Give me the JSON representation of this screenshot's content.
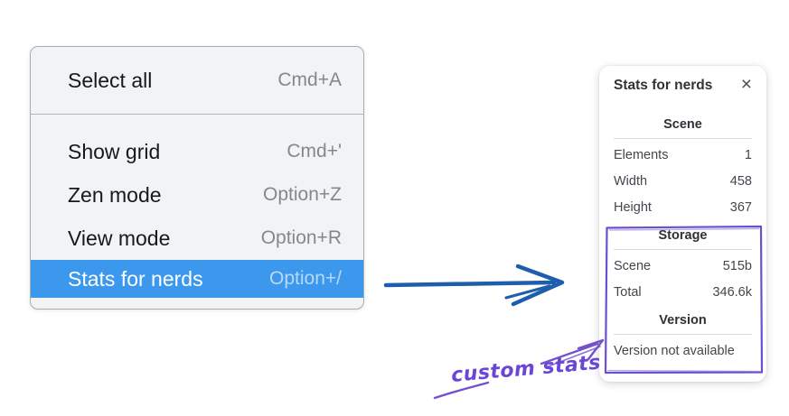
{
  "context_menu": {
    "items": [
      {
        "label": "Select all",
        "shortcut": "Cmd+A"
      },
      {
        "label": "Show grid",
        "shortcut": "Cmd+'"
      },
      {
        "label": "Zen mode",
        "shortcut": "Option+Z"
      },
      {
        "label": "View mode",
        "shortcut": "Option+R"
      },
      {
        "label": "Stats for nerds",
        "shortcut": "Option+/"
      }
    ],
    "selected_item": "Stats for nerds",
    "selection_color": "#3b98ec"
  },
  "stats_panel": {
    "title": "Stats for nerds",
    "close_icon": "×",
    "scene_section": {
      "heading": "Scene",
      "rows": [
        {
          "label": "Elements",
          "value": "1"
        },
        {
          "label": "Width",
          "value": "458"
        },
        {
          "label": "Height",
          "value": "367"
        }
      ]
    },
    "storage_section": {
      "heading": "Storage",
      "rows": [
        {
          "label": "Scene",
          "value": "515b"
        },
        {
          "label": "Total",
          "value": "346.6k"
        }
      ]
    },
    "version_section": {
      "heading": "Version",
      "message": "Version not available"
    }
  },
  "annotation": {
    "label": "custom stats",
    "color": "#6b4fd0"
  },
  "flow_arrow_color": "#1d5fad"
}
